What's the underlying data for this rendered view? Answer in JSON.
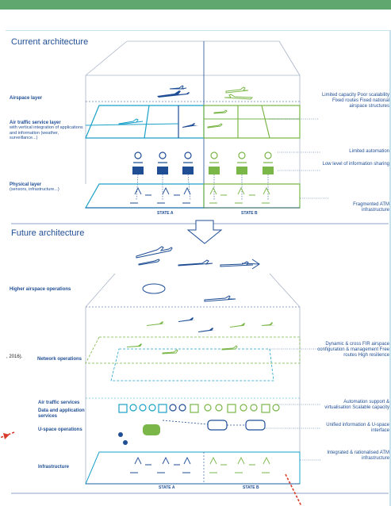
{
  "current": {
    "title": "Current architecture",
    "layers": {
      "airspace": "Airspace layer",
      "ats_title": "Air traffic service layer",
      "ats_sub": "with vertical integration of applications and information (weather, surveillance...)",
      "physical_title": "Physical layer",
      "physical_sub": "(sensors, infrastructure...)"
    },
    "right": {
      "r1": "Limited capacity Poor scalability Fixed routes Fixed national airspace structures",
      "r2": "Limited automation",
      "r3": "Low level of information sharing",
      "r4": "Fragmented ATM infrastructure"
    },
    "state_a": "STATE A",
    "state_b": "STATE B"
  },
  "future": {
    "title": "Future architecture",
    "layers": {
      "higher": "Higher airspace operations",
      "network": "Network operations",
      "ats": "Air traffic services",
      "data": "Data and application services",
      "uspace": "U-space operations",
      "infra": "Infrastructure"
    },
    "right": {
      "r1": "Dynamic & cross FIR airspace configuration & management Free routes High resilience",
      "r2": "Automation support & virtualisation Scalable capacity",
      "r3": "Unified information & U-space interface",
      "r4": "Integrated & rationalised ATM infrastructure"
    },
    "state_a": "STATE A",
    "state_b": "STATE B"
  },
  "side_text": ", 2016).",
  "colors": {
    "blue": "#1f4e95",
    "green": "#7ab648",
    "teal": "#1aa1c8",
    "panel": "#c5e4ef",
    "bar": "#5fa66f",
    "red": "#d93a2b"
  }
}
